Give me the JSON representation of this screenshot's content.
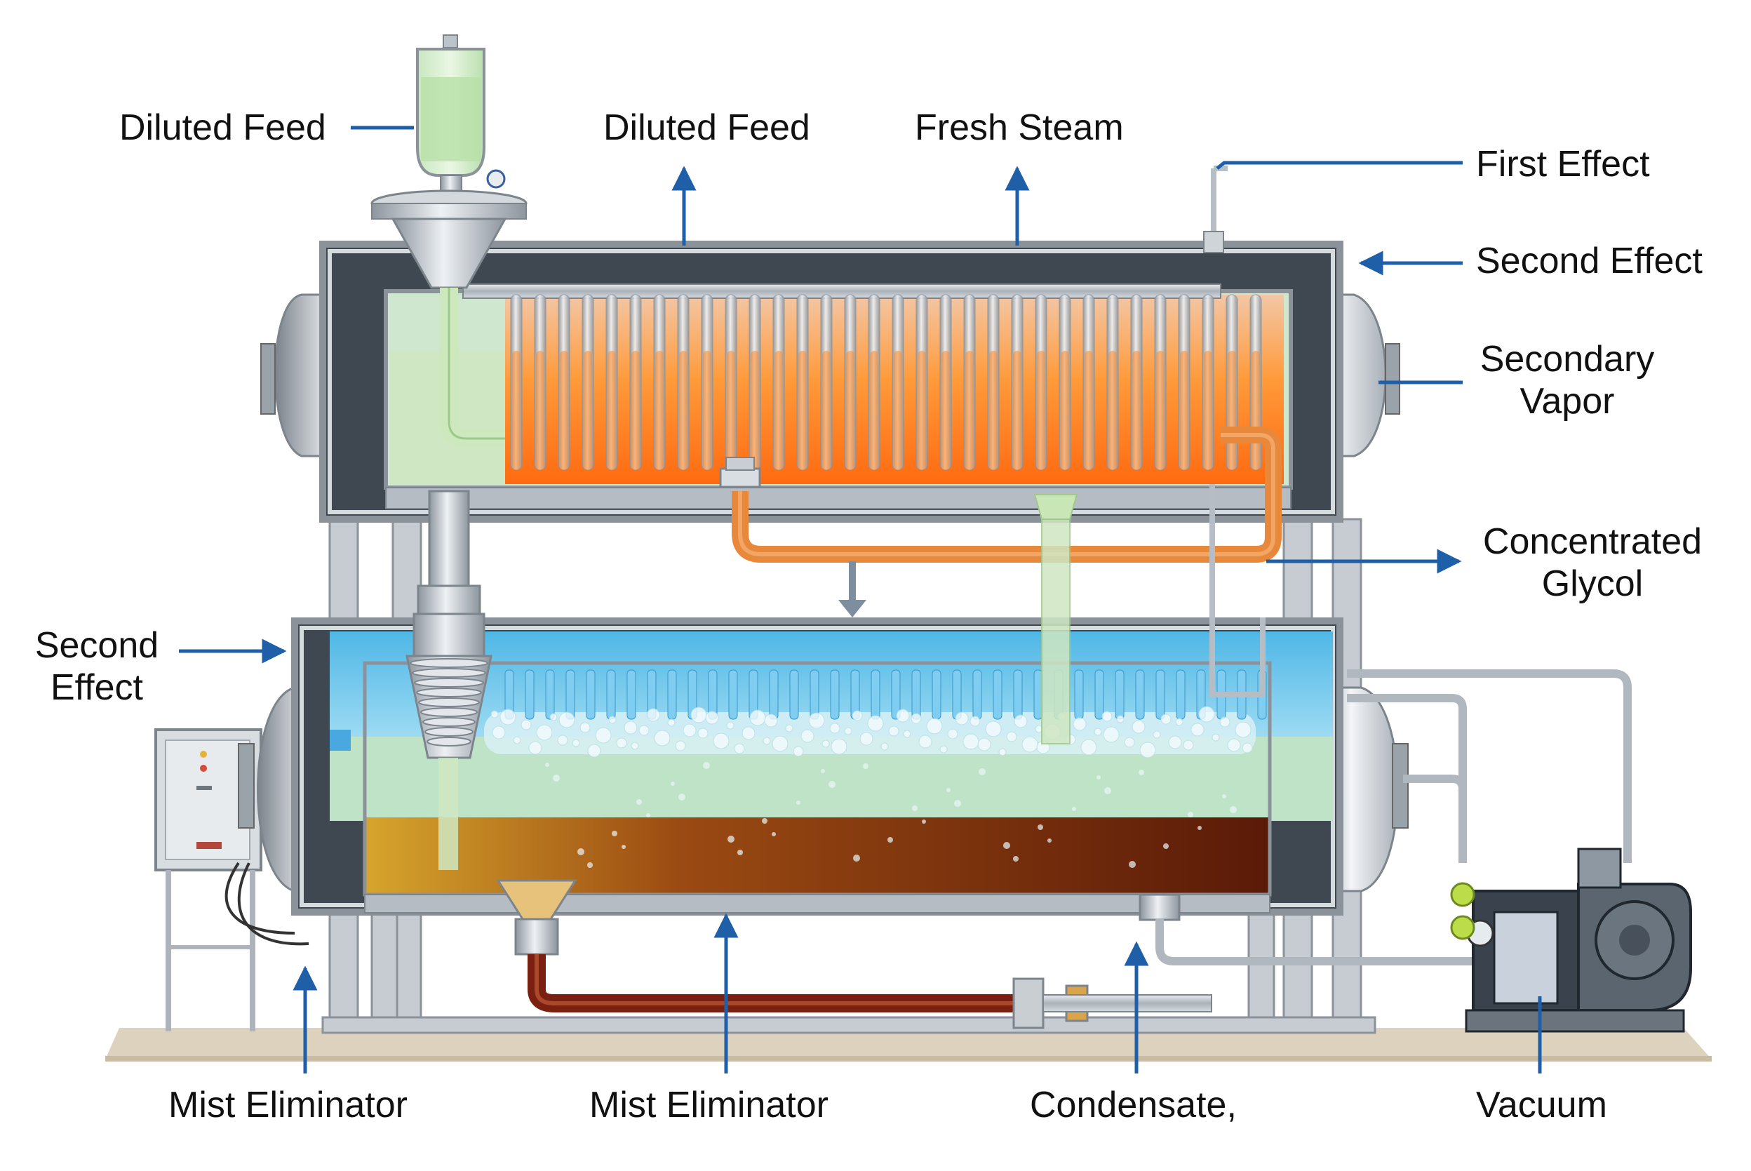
{
  "colors": {
    "arrow": "#1f5fa8",
    "steel": "#aeb4bc",
    "steel_dark": "#6f7780",
    "hot": "#ff7a1a",
    "cold": "#5cc3ea",
    "liquid_green": "#cfe9c4",
    "concentrate": "#7a2a10",
    "pipe_orange": "#e8883a"
  },
  "labels": {
    "diluted_feed_left": "Diluted Feed",
    "diluted_feed_top": "Diluted Feed",
    "fresh_steam": "Fresh Steam",
    "first_effect": "First Effect",
    "second_effect_right": "Second Effect",
    "secondary_vapor": [
      "Secondary",
      "Vapor"
    ],
    "concentrated_glycol": [
      "Concentrated",
      "Glycol"
    ],
    "second_effect_left": [
      "Second",
      "Effect"
    ],
    "mist_eliminator_left": "Mist Eliminator",
    "mist_eliminator_center": "Mist Eliminator",
    "condensate": "Condensate,",
    "vacuum": "Vacuum"
  }
}
